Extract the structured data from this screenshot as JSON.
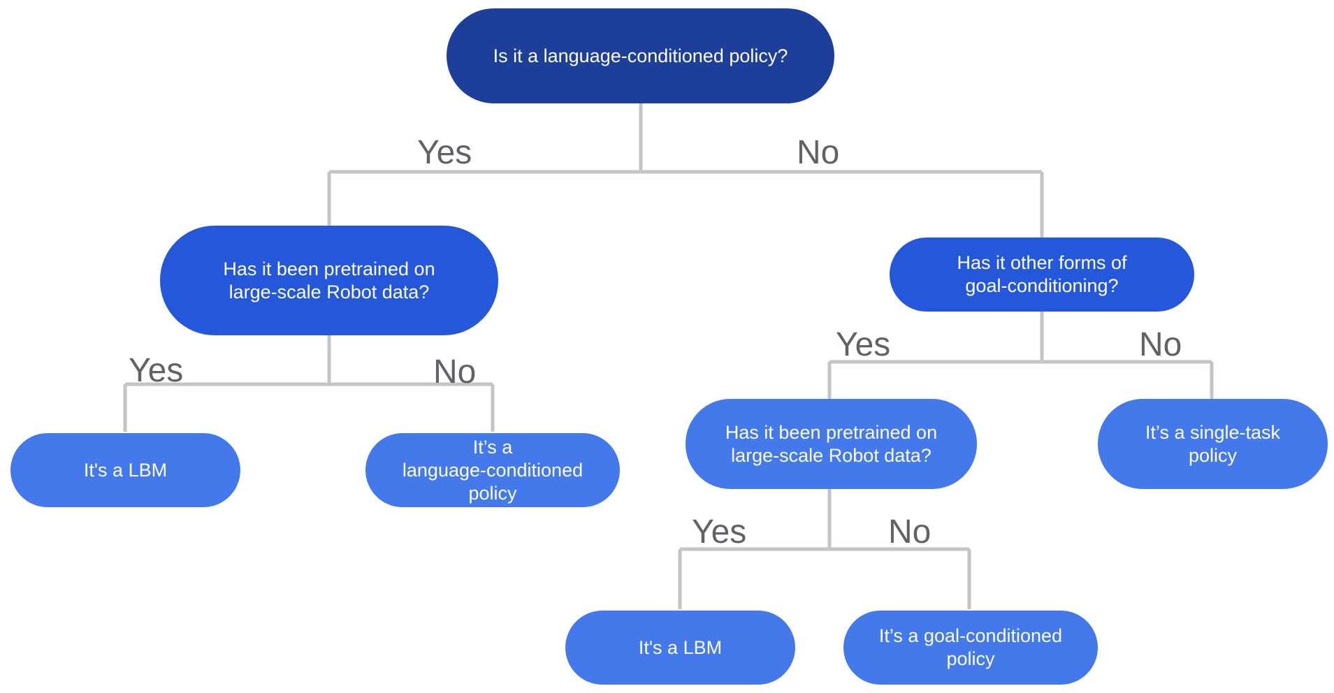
{
  "nodes": {
    "root": "Is it a language-conditioned policy?",
    "q_pretrained_left": "Has it been pretrained on\nlarge-scale Robot data?",
    "q_goal_conditioning": "Has it other forms of\ngoal-conditioning?",
    "leaf_lbm_left": "It's a LBM",
    "leaf_language_conditioned": "It’s a\nlanguage-conditioned\npolicy",
    "q_pretrained_right": "Has it been pretrained on\nlarge-scale Robot data?",
    "leaf_single_task": "It’s a single-task\npolicy",
    "leaf_lbm_right": "It's a LBM",
    "leaf_goal_conditioned": "It’s a goal-conditioned\npolicy"
  },
  "edges": {
    "root_yes": "Yes",
    "root_no": "No",
    "left_yes": "Yes",
    "left_no": "No",
    "goal_yes": "Yes",
    "goal_no": "No",
    "right_yes": "Yes",
    "right_no": "No"
  },
  "colors": {
    "root_fill": "#1d3f9a",
    "question_fill": "#2557db",
    "leaf_fill": "#4479ec",
    "connector": "#c4c4c4",
    "label_text": "#5f6368"
  }
}
